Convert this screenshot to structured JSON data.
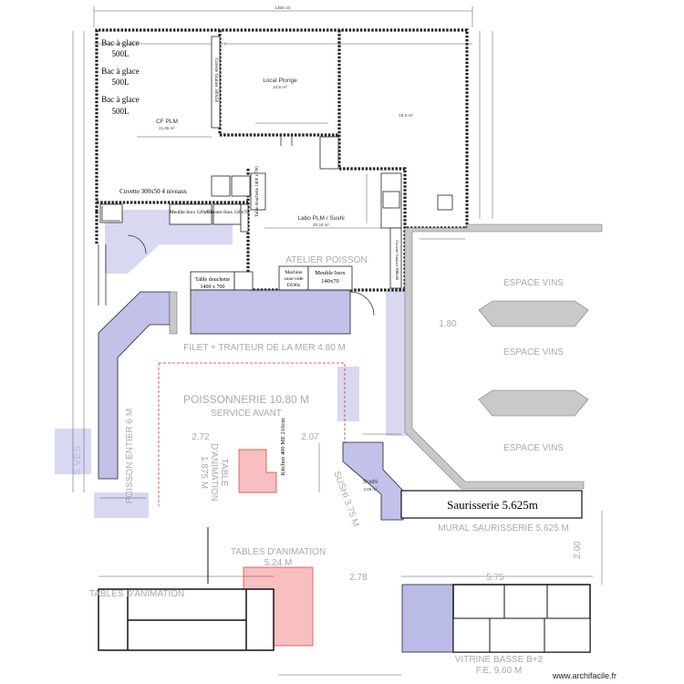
{
  "top_dimension": "1350 cm",
  "rooms": {
    "bac1_line1": "Bac à glace",
    "bac1_line2": "500L",
    "bac2_line1": "Bac à glace",
    "bac2_line2": "500L",
    "bac3_line1": "Bac à glace",
    "bac3_line2": "500L",
    "cf_plm": "CF PLM",
    "cf_plm_area": "21.65 m²",
    "local_plonge": "Local Plonge",
    "local_plonge_area": "10.5 m²",
    "room_area": "19.3 m²",
    "cuvette_label": "Cuvette 300x50 4 niveaux",
    "cuvette_vertical": "Cuvette Grainer 300x50",
    "table_douchette_top": "Table douchette 1400 x 700",
    "meuble_inox_top": "Meuble Inox 120x70",
    "armoire_inox": "Armoire Inox 120x70",
    "labo": "Labo PLM / Sushi",
    "labo_area": "20.24 m²",
    "atelier": "ATELIER POISSON",
    "table_douchette_line1": "Table douchette",
    "table_douchette_line2": "1400 x 700",
    "machine_line1": "Machine",
    "machine_line2": "sous-vide",
    "machine_line3": "D590s",
    "meuble_inox_line1": "Meuble Inox",
    "meuble_inox_line2": "140x70",
    "cuvette_right": "Cuvette Grainer 300x50",
    "espace_vins_1": "ESPACE VINS",
    "espace_vins_2": "ESPACE VINS",
    "espace_vins_3": "ESPACE VINS",
    "dim_180": "1.80",
    "filet": "FILET + TRAITEUR DE LA MER 4.80 M",
    "poissonnerie": "POISSONNERIE 10.80 M",
    "service_avant": "SERVICE AVANT",
    "poisson_entier": "POISSON ENTIER 6 M",
    "dim_272": "2.72",
    "dim_207": "2.07",
    "table_anim_line1": "TABLE",
    "table_anim_line2": "D'ANIMATION",
    "table_anim_line3": "1.875 M",
    "kitchen_vertical": "Kitchen 400 ME 210cm",
    "sushi": "Sushi",
    "sushi_area": "3.09 m²",
    "sushi_counter": "SUSHI 3.75 M",
    "saurisserie_box": "Saurisserie 5.625m",
    "mural_saurisserie": "MURAL SAURISSERIE  5.625 M",
    "tables_animation_line1": "TABLES D'ANIMATION",
    "tables_animation_line2": "5.24 M",
    "dim_278": "2.78",
    "dim_575": "5.75",
    "dim_200": "2.00",
    "tables_animation_bottom": "TABLES D'ANIMATION",
    "vitrine_line1": "VITRINE BASSE B+2",
    "vitrine_line2": "F.E. 9.60 M",
    "left_partial": "S VES",
    "footer_brand": "www.archifacile.fr"
  },
  "colors": {
    "zone_blue": "#b6b6e6",
    "zone_pink": "#f4a9a9",
    "wall": "#222222",
    "counter_grey": "#c9c9c9",
    "dashed_red": "#e03030"
  }
}
